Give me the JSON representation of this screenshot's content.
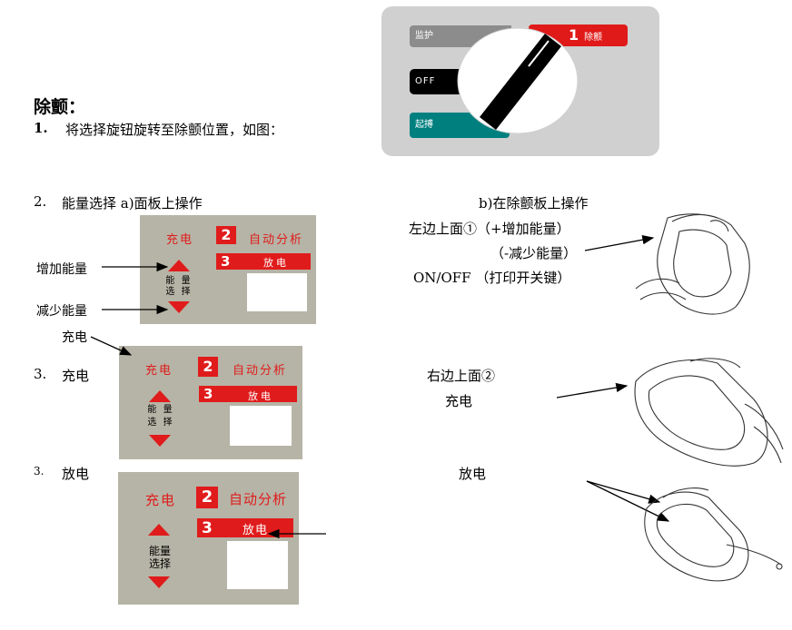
{
  "section_title": "除颤：",
  "step1": {
    "number": "1.",
    "text": "将选择旋钮旋转至除颤位置，如图："
  },
  "mode_dial": {
    "monitor": "监护",
    "defib_number": "1",
    "defib": "除颤",
    "off": "OFF",
    "pace": "起搏"
  },
  "step2": {
    "number": "2.",
    "text": "能量选择 a)面板上操作"
  },
  "step2b": {
    "heading": "b)在除颤板上操作",
    "line1": "左边上面①（+增加能量）",
    "line2": "（-减少能量）",
    "line3": "ON/OFF （打印开关键）"
  },
  "panel1": {
    "charge": "充电",
    "num2": "2",
    "analyze": "自动分析",
    "num3": "3",
    "discharge": "放电",
    "energy_select": "能 量\n选 择",
    "label_increase": "增加能量",
    "label_decrease": "减少能量"
  },
  "step3_charge": {
    "callout": "充电",
    "number": "3.",
    "text": "充电",
    "panel": {
      "charge": "充电",
      "num2": "2",
      "analyze": "自动分析",
      "num3": "3",
      "discharge": "放电",
      "energy_select": "能 量\n选 择"
    },
    "right_label": "右边上面②",
    "right_sub": "充电"
  },
  "step3_discharge": {
    "number": "3.",
    "text": "放电",
    "panel": {
      "charge": "充电",
      "num2": "2",
      "analyze": "自动分析",
      "num3": "3",
      "discharge": "放电",
      "energy_select": "能量\n选择"
    },
    "right_label": "放电"
  }
}
